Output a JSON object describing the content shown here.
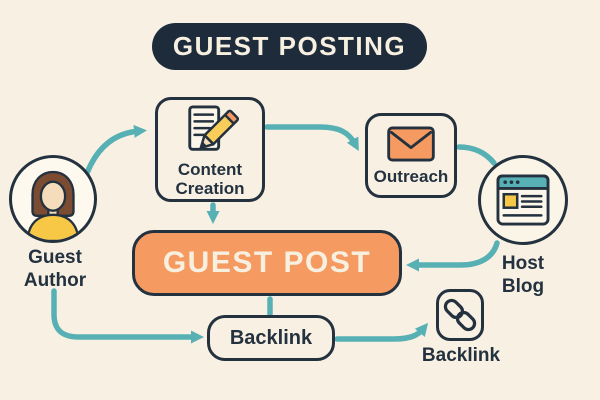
{
  "colors": {
    "background": "#f8f1e3",
    "navy": "#24313f",
    "teal": "#57b1b4",
    "orange": "#f59b61",
    "yellow": "#f7c845",
    "cream_text": "#f7f0e1"
  },
  "title": {
    "label": "GUEST POSTING"
  },
  "nodes": {
    "guest_author": {
      "line1": "Guest",
      "line2": "Author",
      "icon": "person-avatar-icon"
    },
    "content_creation": {
      "line1": "Content",
      "line2": "Creation",
      "icon": "document-pencil-icon"
    },
    "outreach": {
      "label": "Outreach",
      "icon": "envelope-icon"
    },
    "host_blog": {
      "line1": "Host",
      "line2": "Blog",
      "icon": "browser-window-icon"
    },
    "guest_post": {
      "label": "GUEST POST"
    },
    "backlink": {
      "label": "Backlink"
    },
    "backlink_result": {
      "label": "Backlink",
      "icon": "chain-link-icon"
    }
  },
  "flow": [
    {
      "from": "guest-author",
      "to": "content-creation"
    },
    {
      "from": "content-creation",
      "to": "outreach"
    },
    {
      "from": "outreach",
      "to": "host-blog"
    },
    {
      "from": "host-blog",
      "to": "guest-post"
    },
    {
      "from": "content-creation",
      "to": "guest-post"
    },
    {
      "from": "guest-post",
      "to": "backlink"
    },
    {
      "from": "guest-author",
      "to": "backlink"
    },
    {
      "from": "backlink",
      "to": "backlink-result"
    }
  ]
}
